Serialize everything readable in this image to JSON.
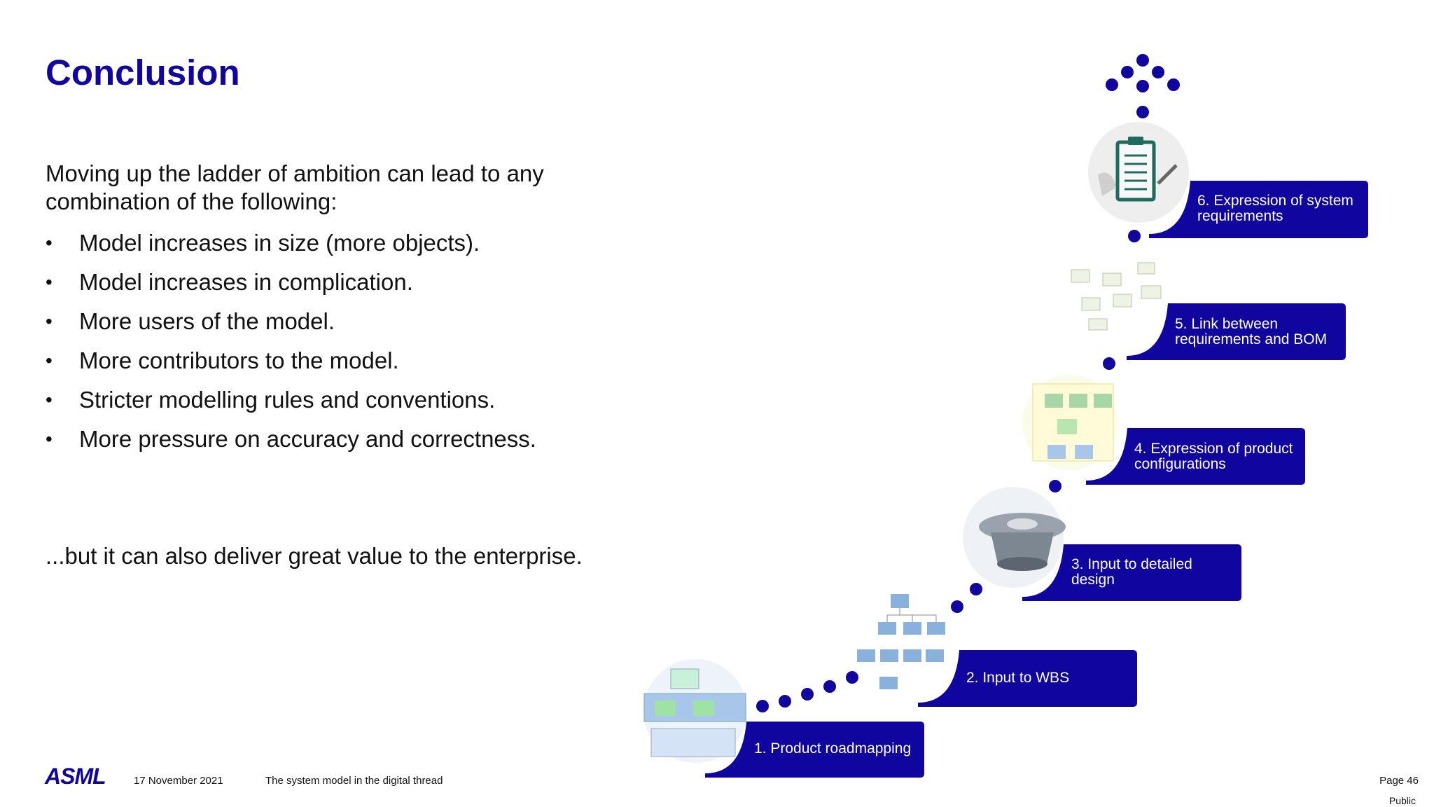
{
  "slide": {
    "title": "Conclusion",
    "intro": "Moving up the ladder of ambition can lead to any combination of the following:",
    "bullets": [
      "Model increases in size (more objects).",
      "Model increases in complication.",
      "More users of the model.",
      "More contributors to the model.",
      "Stricter modelling rules and conventions.",
      "More pressure on accuracy and correctness."
    ],
    "bullet_marker": "•",
    "closing": "...but it can also deliver great value to the enterprise."
  },
  "ladder": {
    "steps": [
      {
        "line1": "1. Product roadmapping",
        "line2": ""
      },
      {
        "line1": "2. Input to WBS",
        "line2": ""
      },
      {
        "line1": "3. Input to detailed",
        "line2": "design"
      },
      {
        "line1": "4. Expression of product",
        "line2": "configurations"
      },
      {
        "line1": "5. Link between",
        "line2": "requirements and BOM"
      },
      {
        "line1": "6. Expression of system",
        "line2": "requirements"
      }
    ],
    "accent_color": "#10069f"
  },
  "footer": {
    "logo": "ASML",
    "date": "17 November 2021",
    "topic": "The system model in the digital thread",
    "page": "Page 46",
    "classification": "Public"
  }
}
